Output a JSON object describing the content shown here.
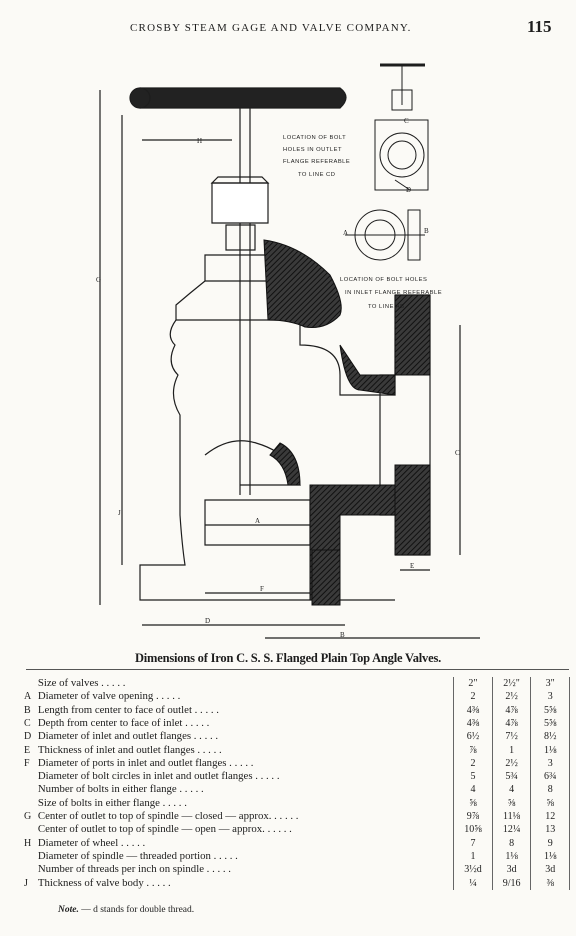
{
  "header": {
    "running_head": "CROSBY STEAM GAGE AND VALVE COMPANY.",
    "page_number": "115"
  },
  "figure_labels": {
    "outlet_note": [
      "LOCATION OF BOLT",
      "HOLES IN OUTLET",
      "FLANGE REFERABLE",
      "TO LINE CD"
    ],
    "inlet_note": [
      "LOCATION OF BOLT HOLES",
      "IN INLET FLANGE REFERABLE",
      "TO LINE AB"
    ],
    "letters": {
      "H": "H",
      "G": "G",
      "J": "J",
      "A": "A",
      "B": "B",
      "C": "C",
      "D": "D",
      "E": "E",
      "F": "F",
      "AB_A": "A",
      "AB_B": "B",
      "CD_C": "C",
      "CD_D": "D"
    }
  },
  "caption": "Dimensions of Iron C. S. S. Flanged Plain Top Angle Valves.",
  "table": {
    "sizes": [
      "2\"",
      "2½\"",
      "3\""
    ],
    "rows": [
      {
        "letter": "",
        "label": "Size of valves",
        "values": [
          "",
          "",
          ""
        ]
      },
      {
        "letter": "A",
        "label": "Diameter of valve opening",
        "values": [
          "2",
          "2½",
          "3"
        ]
      },
      {
        "letter": "B",
        "label": "Length from center to face of outlet",
        "values": [
          "4⅜",
          "4⅞",
          "5⅝"
        ]
      },
      {
        "letter": "C",
        "label": "Depth from center to face of inlet",
        "values": [
          "4⅜",
          "4⅞",
          "5⅝"
        ]
      },
      {
        "letter": "D",
        "label": "Diameter of inlet and outlet flanges",
        "values": [
          "6½",
          "7½",
          "8½"
        ]
      },
      {
        "letter": "E",
        "label": "Thickness of inlet and outlet flanges",
        "values": [
          "⅞",
          "1",
          "1⅛"
        ]
      },
      {
        "letter": "F",
        "label": "Diameter of ports in inlet and outlet flanges",
        "values": [
          "2",
          "2½",
          "3"
        ]
      },
      {
        "letter": "",
        "label": "Diameter of bolt circles in inlet and outlet flanges",
        "values": [
          "5",
          "5¾",
          "6¾"
        ]
      },
      {
        "letter": "",
        "label": "Number of bolts in either flange",
        "values": [
          "4",
          "4",
          "8"
        ]
      },
      {
        "letter": "",
        "label": "Size of bolts in either flange",
        "values": [
          "⅝",
          "⅝",
          "⅝"
        ]
      },
      {
        "letter": "G",
        "label": "Center of outlet to top of spindle — closed — approx.",
        "values": [
          "9⅞",
          "11⅛",
          "12"
        ]
      },
      {
        "letter": "",
        "label": "Center of outlet to top of spindle — open — approx.",
        "values": [
          "10⅝",
          "12¼",
          "13"
        ]
      },
      {
        "letter": "H",
        "label": "Diameter of wheel",
        "values": [
          "7",
          "8",
          "9"
        ]
      },
      {
        "letter": "",
        "label": "Diameter of spindle — threaded portion",
        "values": [
          "1",
          "1⅛",
          "1⅛"
        ]
      },
      {
        "letter": "",
        "label": "Number of threads per inch on spindle",
        "values": [
          "3½d",
          "3d",
          "3d"
        ]
      },
      {
        "letter": "J",
        "label": "Thickness of valve body",
        "values": [
          "¼",
          "9/16",
          "⅜"
        ]
      }
    ]
  },
  "note": {
    "label": "Note.",
    "text": " — d stands for double thread."
  }
}
